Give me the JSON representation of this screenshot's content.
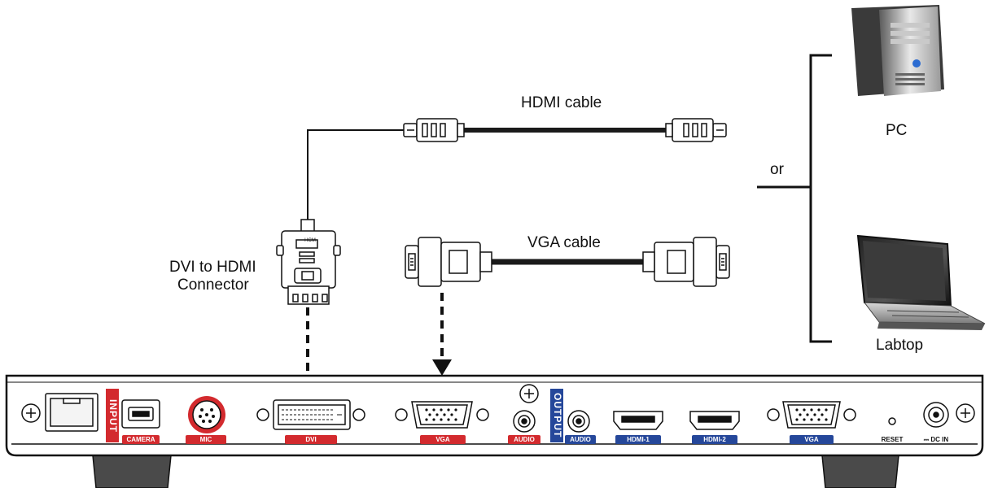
{
  "labels": {
    "hdmi_cable": "HDMI  cable",
    "vga_cable": "VGA cable",
    "dvi_to_hdmi": [
      "DVI to HDMI",
      "Connector"
    ],
    "or": "or",
    "pc": "PC",
    "laptop": "Labtop"
  },
  "panel": {
    "input_band": "INPUT",
    "output_band": "OUTPUT",
    "ports": [
      {
        "label": "CAMERA",
        "group": "input"
      },
      {
        "label": "MIC",
        "group": "input"
      },
      {
        "label": "DVI",
        "group": "input"
      },
      {
        "label": "VGA",
        "group": "input"
      },
      {
        "label": "AUDIO",
        "group": "input"
      },
      {
        "label": "AUDIO",
        "group": "output"
      },
      {
        "label": "HDMI-1",
        "group": "output"
      },
      {
        "label": "HDMI-2",
        "group": "output"
      },
      {
        "label": "VGA",
        "group": "output"
      },
      {
        "label": "RESET",
        "group": "none"
      },
      {
        "label": "⎓ DC IN",
        "group": "none"
      }
    ]
  },
  "adapter_text": "HCM",
  "colors": {
    "input": "#d32a2e",
    "output": "#25479a",
    "line": "#111111",
    "cable": "#1a1a1a"
  }
}
